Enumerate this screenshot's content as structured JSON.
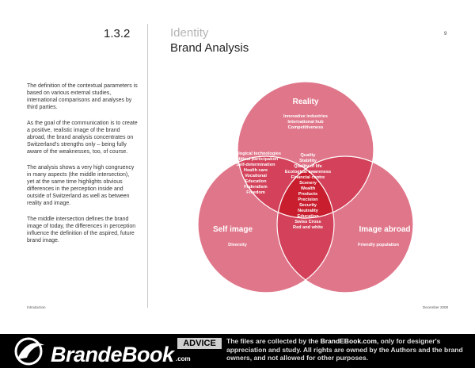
{
  "header": {
    "section_number": "1.3.2",
    "section_name": "Identity",
    "title": "Brand Analysis",
    "page_number": "9"
  },
  "body_paragraphs": [
    "The definition of the contextual parameters is based on various external studies, international comparisons and analyses by third parties.",
    "As the goal of the communication is to create a positive, realistic image of the brand abroad, the brand analysis concentrates on Switzerland's strengths only – being fully aware of the weaknesses, too, of course.",
    "The analysis shows a very high congruency in many aspects (the middle intersection), yet at the same time highlights obvious differences in the perception inside and outside of Switzerland as well as between reality and image.",
    "The middle intersection defines the brand image of today, the differences in perception influence the definition of the aspired, future brand image."
  ],
  "footer": {
    "left": "Introduction",
    "right": "December 2008"
  },
  "venn": {
    "colors": {
      "circle": "#e0768a",
      "pair_overlap": "#d3425a",
      "center": "#c81e2e",
      "outline": "#ffffff"
    },
    "circles": [
      {
        "name": "Reality",
        "items": [
          "Innovative industries",
          "International hub",
          "Competitiveness"
        ]
      },
      {
        "name": "Self image",
        "items": [
          "Diversity"
        ]
      },
      {
        "name": "Image abroad",
        "items": [
          "Friendly population"
        ]
      }
    ],
    "reality_self_overlap": [
      "Ecological technologies",
      "Political participation",
      "Self-determination",
      "Health care",
      "Vocational",
      "Education",
      "Federalism",
      "Freedom"
    ],
    "center_overlap": [
      "Quality",
      "Stability",
      "Quality of life",
      "Ecological awareness",
      "Financial centre",
      "Scenery",
      "Wealth",
      "Products",
      "Precision",
      "Security",
      "Neutrality",
      "Education",
      "Swiss Cross",
      "Red and white"
    ]
  },
  "banner": {
    "brand": "BrandeBook",
    "brand_suffix": ".com",
    "advice_label": "ADVICE",
    "notice_pre": "The files are collected by the ",
    "notice_site": "BrandEBook.com",
    "notice_post": ", only for designer's appreciation and study.  All rights are owned by the Authors and the brand owners, and not allowed for other purposes."
  }
}
